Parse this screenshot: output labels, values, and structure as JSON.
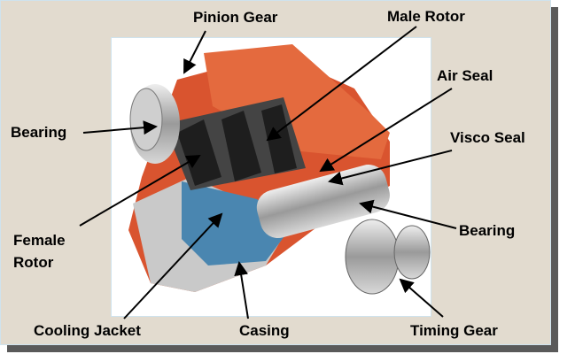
{
  "labels": {
    "pinion_gear": "Pinion Gear",
    "male_rotor": "Male Rotor",
    "air_seal": "Air Seal",
    "visco_seal": "Visco Seal",
    "bearing_left": "Bearing",
    "bearing_right": "Bearing",
    "female_rotor_line1": "Female",
    "female_rotor_line2": "Rotor",
    "cooling_jacket": "Cooling Jacket",
    "casing": "Casing",
    "timing_gear": "Timing Gear"
  },
  "colors": {
    "background": "#e2dbcf",
    "casing": "#d9542f",
    "cooling_jacket": "#4a86b0",
    "metal": "#b8b8b8"
  }
}
